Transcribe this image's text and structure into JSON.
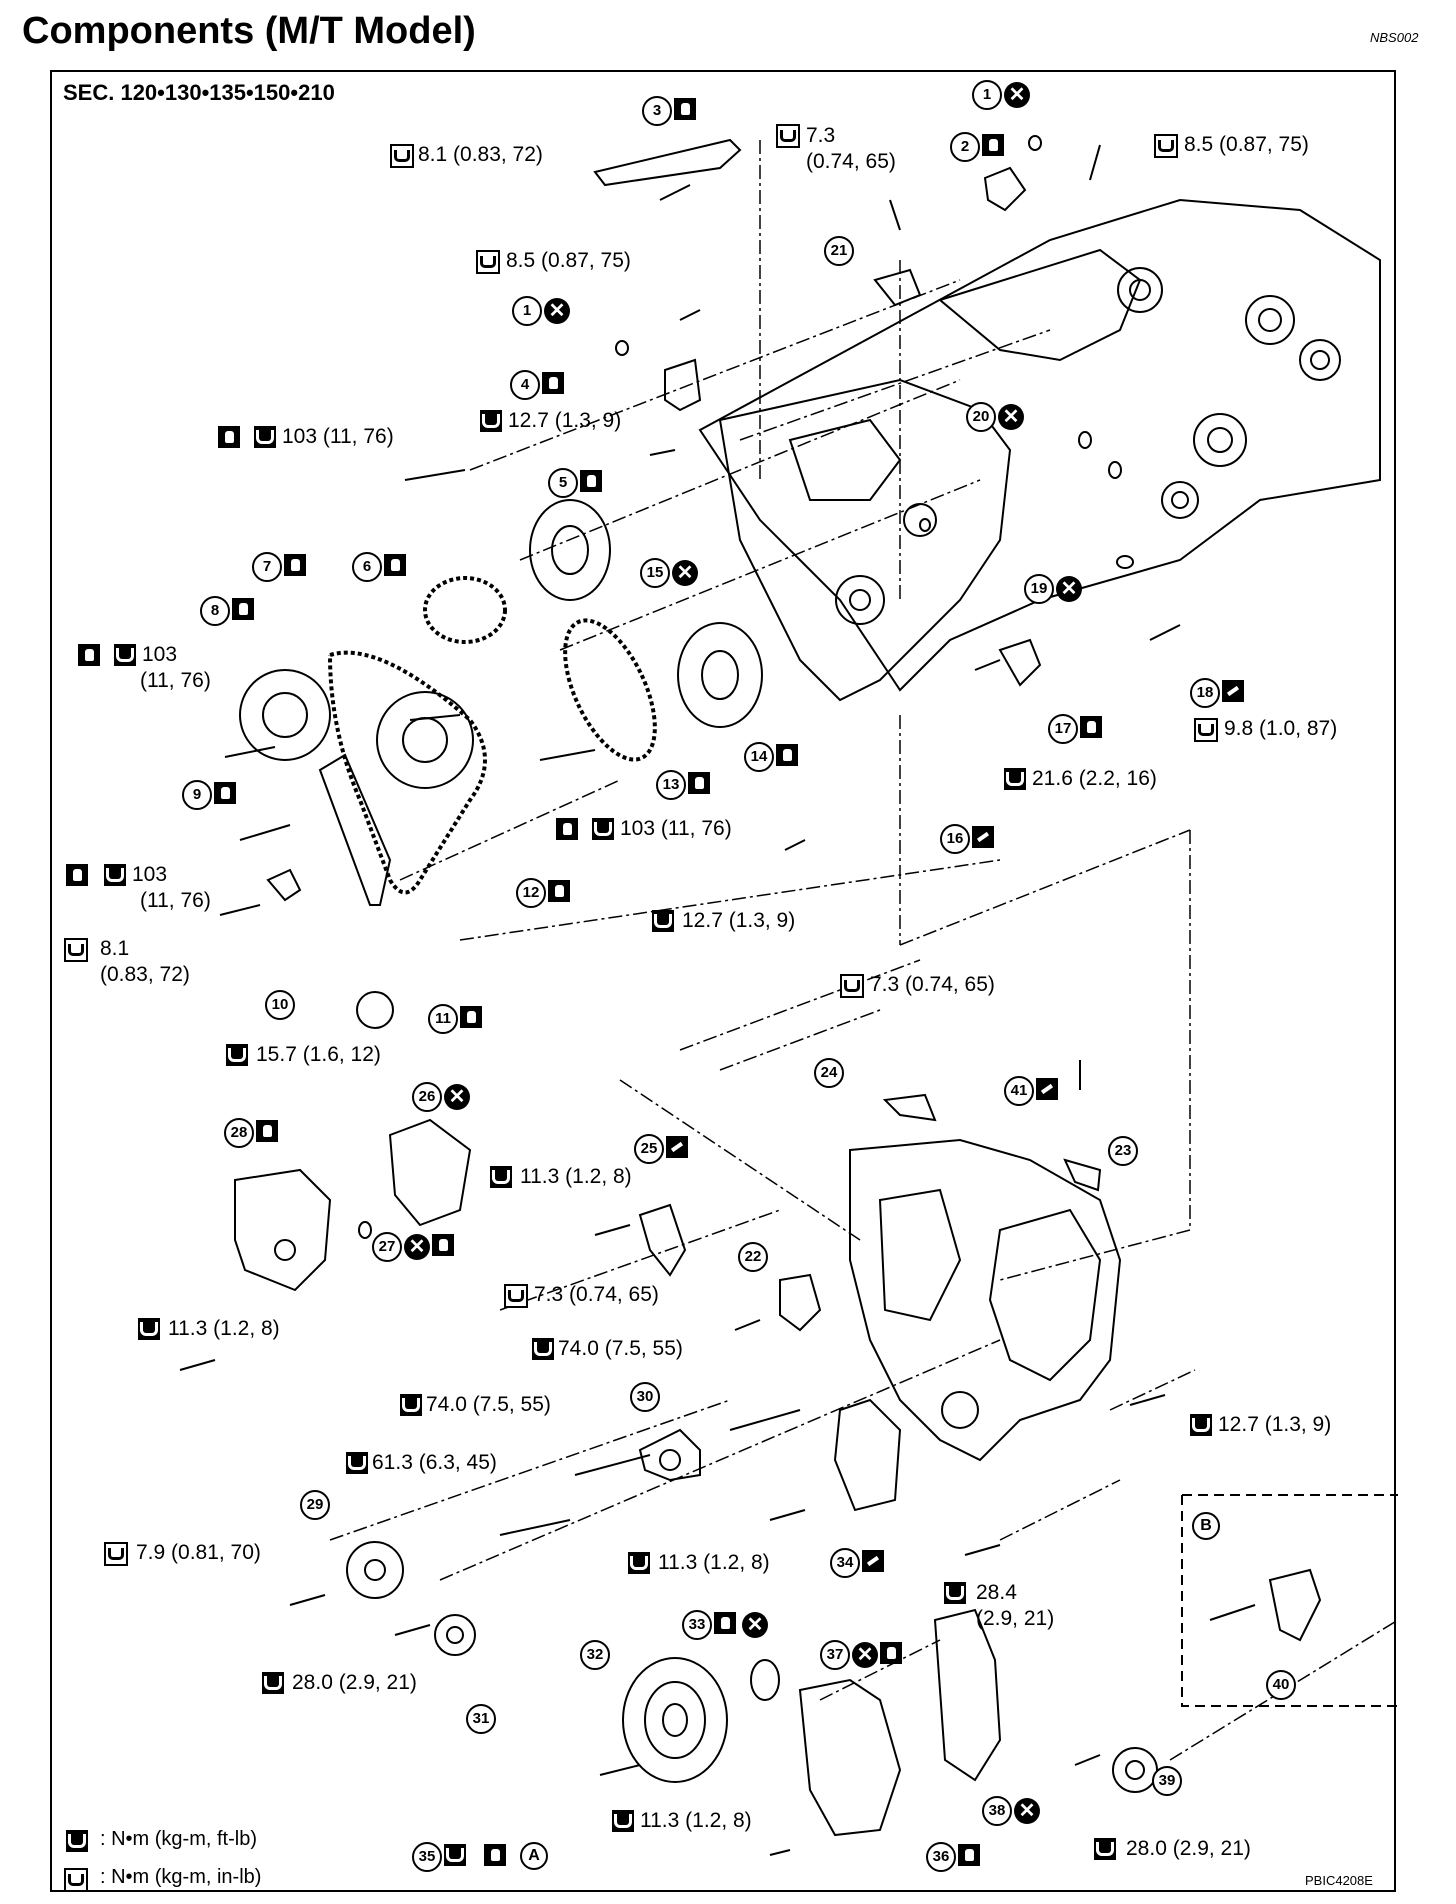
{
  "header": {
    "title": "Components (M/T Model)",
    "doc_id": "NBS002"
  },
  "section": "SEC. 120•130•135•150•210",
  "ref_code": "PBIC4208E",
  "legend": {
    "torque_nm_ftlb": ": N•m (kg-m, ft-lb)",
    "torque_nm_inlb": ": N•m (kg-m, in-lb)"
  },
  "torques": {
    "t_8_5_a": "8.5 (0.87, 75)",
    "t_8_1_a": "8.1 (0.83, 72)",
    "t_7_3_a": "7.3",
    "t_7_3_a2": "(0.74, 65)",
    "t_8_5_b": "8.5 (0.87, 75)",
    "t_12_7_a": "12.7 (1.3, 9)",
    "t_103_a": "103 (11, 76)",
    "t_103_b1": "103",
    "t_103_b2": "(11, 76)",
    "t_103_c": "103 (11, 76)",
    "t_103_d1": "103",
    "t_103_d2": "(11, 76)",
    "t_8_1_b1": "8.1",
    "t_8_1_b2": "(0.83, 72)",
    "t_15_7": "15.7 (1.6, 12)",
    "t_12_7_b": "12.7 (1.3, 9)",
    "t_21_6": "21.6 (2.2, 16)",
    "t_9_8": "9.8 (1.0, 87)",
    "t_7_3_b": "7.3 (0.74, 65)",
    "t_11_3_a": "11.3 (1.2, 8)",
    "t_11_3_b": "11.3 (1.2, 8)",
    "t_7_3_c": "7.3 (0.74, 65)",
    "t_74_a": "74.0 (7.5, 55)",
    "t_74_b": "74.0 (7.5, 55)",
    "t_61_3": "61.3 (6.3, 45)",
    "t_7_9": "7.9 (0.81, 70)",
    "t_11_3_c": "11.3 (1.2, 8)",
    "t_28_4_1": "28.4",
    "t_28_4_2": "(2.9, 21)",
    "t_12_7_c": "12.7 (1.3, 9)",
    "t_28_0_a": "28.0 (2.9, 21)",
    "t_11_3_d": "11.3 (1.2, 8)",
    "t_28_0_b": "28.0 (2.9, 21)"
  },
  "parts": [
    "1",
    "2",
    "3",
    "4",
    "5",
    "6",
    "7",
    "8",
    "9",
    "10",
    "11",
    "12",
    "13",
    "14",
    "15",
    "16",
    "17",
    "18",
    "19",
    "20",
    "21",
    "22",
    "23",
    "24",
    "25",
    "26",
    "27",
    "28",
    "29",
    "30",
    "31",
    "32",
    "33",
    "34",
    "35",
    "36",
    "37",
    "38",
    "39",
    "40",
    "41"
  ],
  "detail_letter": "B",
  "ref_letter": "A"
}
